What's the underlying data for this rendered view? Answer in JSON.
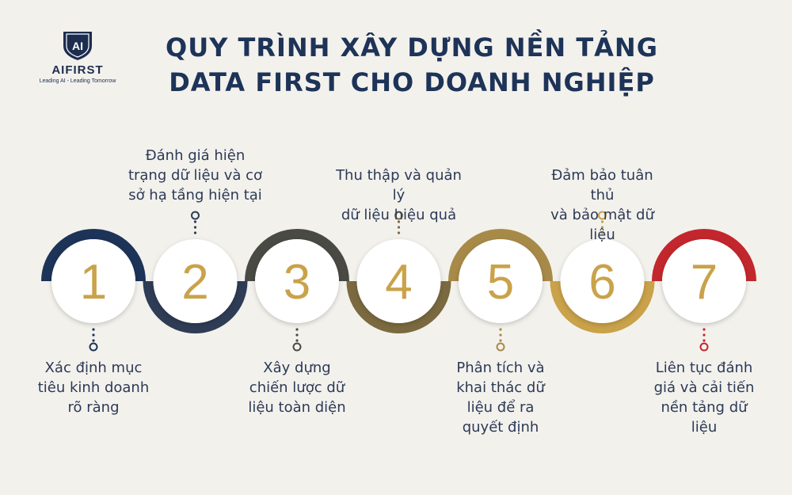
{
  "logo": {
    "mark": "AI",
    "name": "AIFIRST",
    "tagline": "Leading AI - Leading Tomorrow"
  },
  "title": {
    "line1": "QUY TRÌNH XÂY DỰNG NỀN TẢNG",
    "line2": "DATA FIRST CHO DOANH NGHIỆP"
  },
  "colors": {
    "background": "#f3f1ec",
    "title": "#1d3358",
    "number": "#c9a24a",
    "text": "#2b3a57"
  },
  "steps": [
    {
      "number": "1",
      "color": "#1d3358",
      "text": [
        "Xác định mục",
        "tiêu kinh doanh",
        "rõ ràng"
      ]
    },
    {
      "number": "2",
      "color": "#2f3c55",
      "text": [
        "Đánh giá hiện",
        "trạng dữ liệu và cơ",
        "sở hạ tầng hiện tại"
      ]
    },
    {
      "number": "3",
      "color": "#4a4a44",
      "text": [
        "Xây dựng",
        "chiến lược dữ",
        "liệu toàn diện"
      ]
    },
    {
      "number": "4",
      "color": "#7b6a40",
      "text": [
        "Thu thập và quản lý",
        "dữ liệu hiệu quả"
      ]
    },
    {
      "number": "5",
      "color": "#a88a48",
      "text": [
        "Phân tích và",
        "khai thác dữ",
        "liệu để ra",
        "quyết định"
      ]
    },
    {
      "number": "6",
      "color": "#c9a24a",
      "text": [
        "Đảm bảo tuân thủ",
        "và bảo mật dữ liệu"
      ]
    },
    {
      "number": "7",
      "color": "#c2272d",
      "text": [
        "Liên tục đánh",
        "giá và cải tiến",
        "nền tảng dữ",
        "liệu"
      ]
    }
  ]
}
